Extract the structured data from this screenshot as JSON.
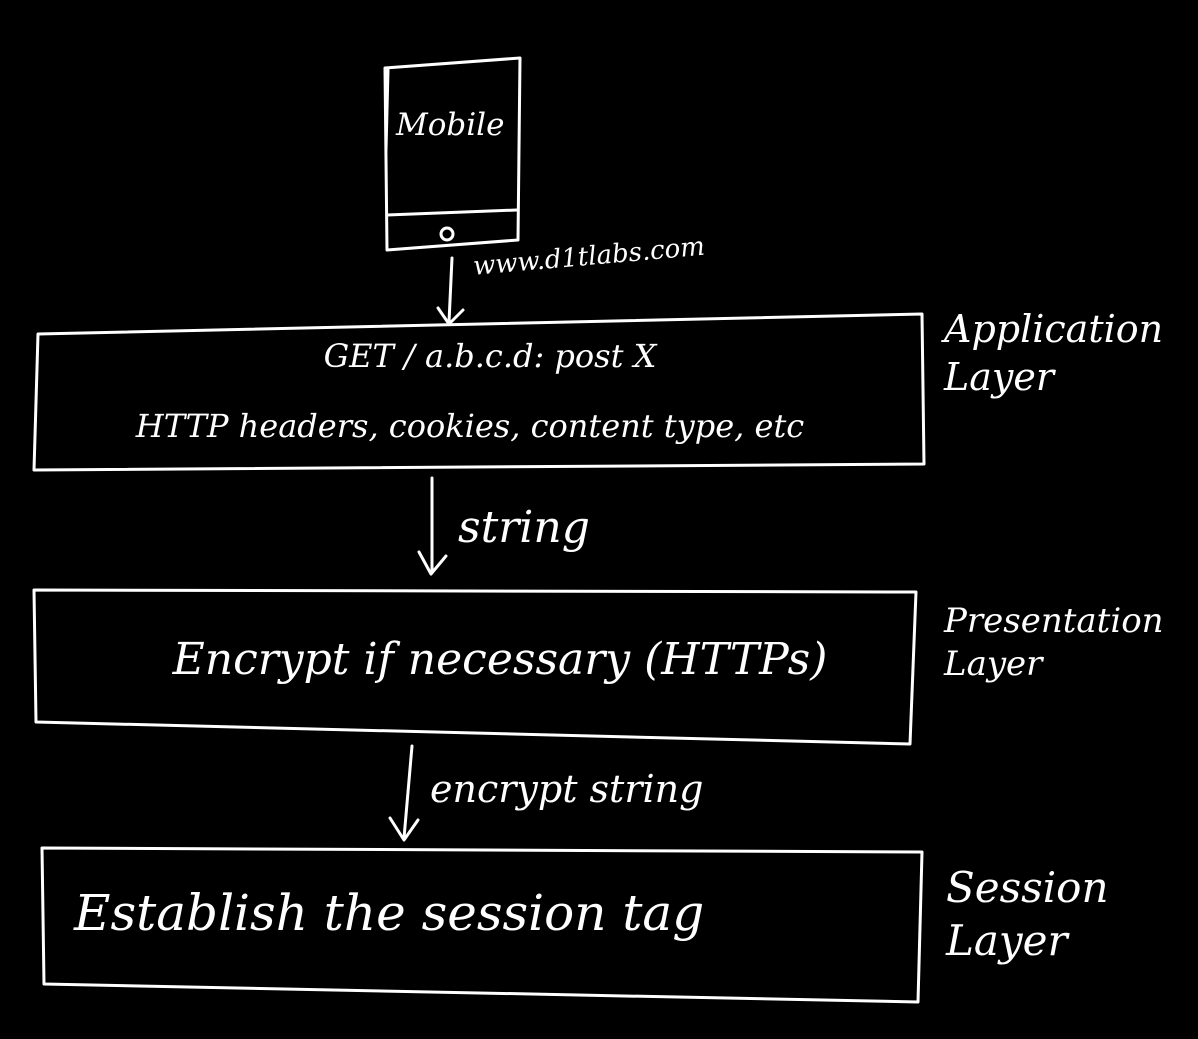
{
  "diagram": {
    "device": {
      "label": "Mobile"
    },
    "edges": {
      "url": "www.d1tlabs.com",
      "string": "string",
      "encrypt_string": "encrypt string"
    },
    "boxes": {
      "application": {
        "line1": "GET / a.b.c.d: post X",
        "line2": "HTTP headers, cookies, content type, etc"
      },
      "presentation": {
        "line1": "Encrypt if necessary (HTTPs)"
      },
      "session": {
        "line1": "Establish the session tag"
      }
    },
    "layers": {
      "application": "Application Layer",
      "presentation": "Presentation Layer",
      "session": "Session Layer"
    }
  },
  "colors": {
    "background": "#000000",
    "ink": "#ffffff"
  }
}
